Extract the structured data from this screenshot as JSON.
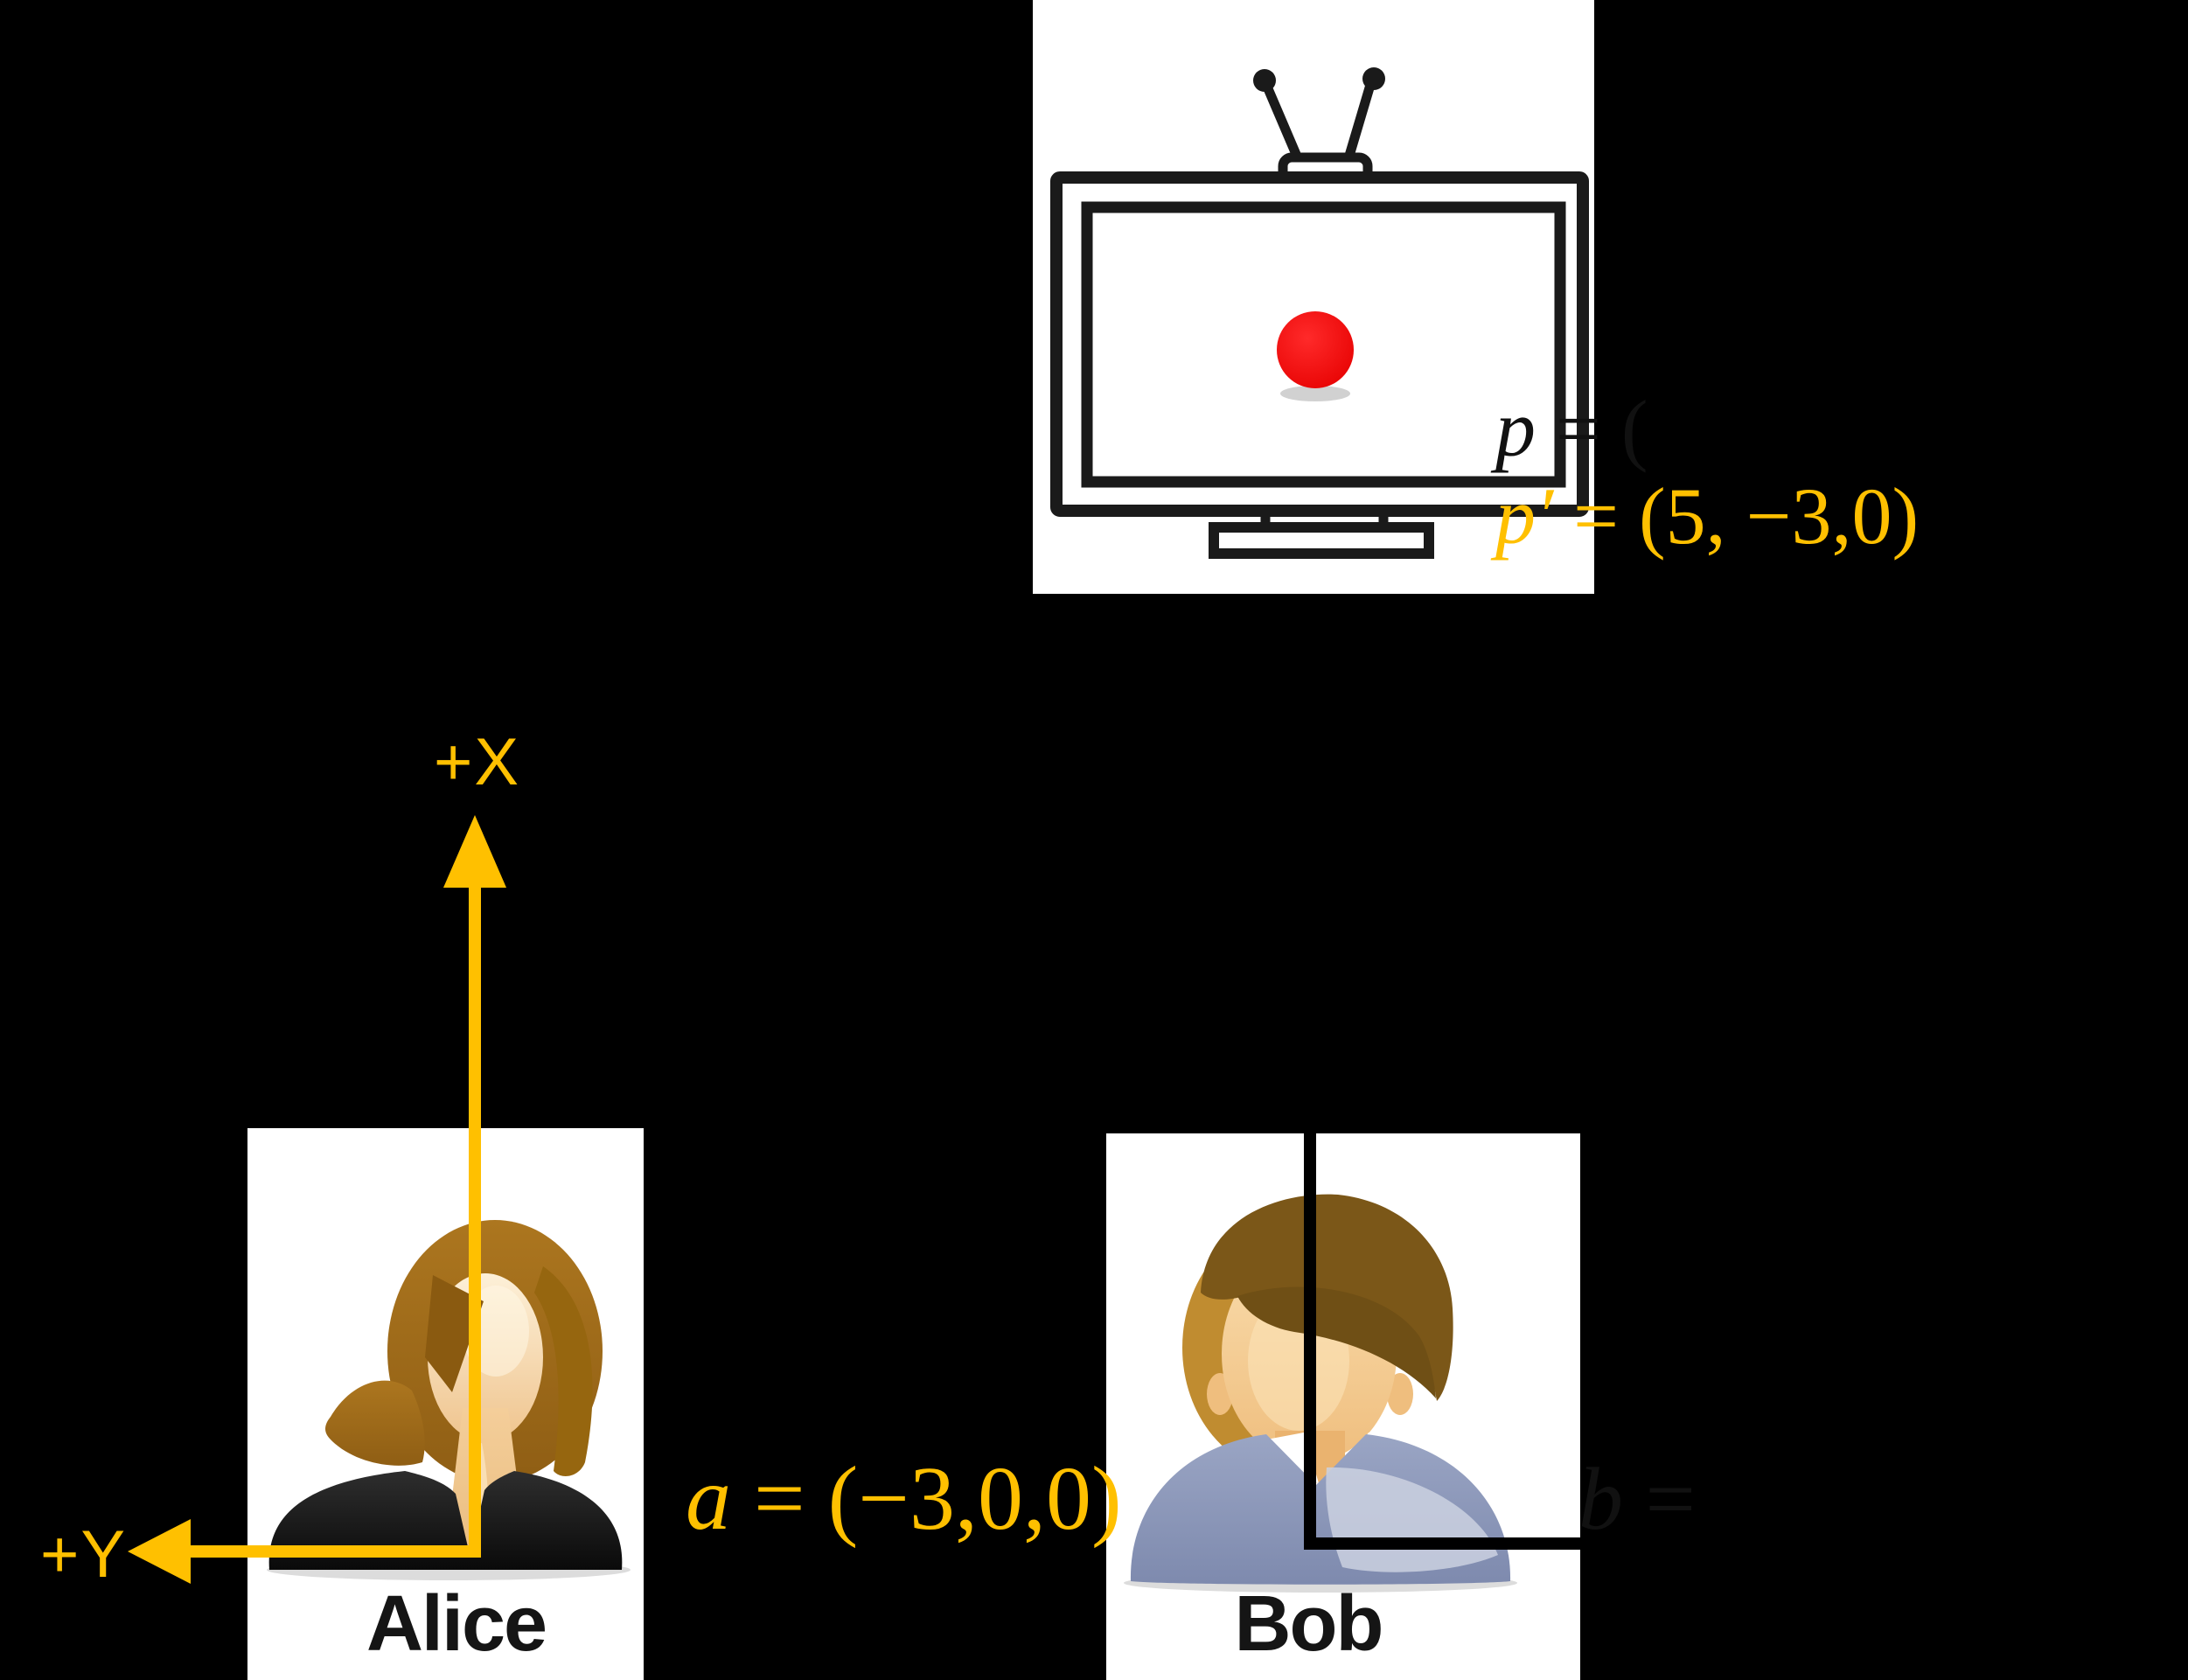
{
  "scene": {
    "background_color": "#000000",
    "accent_orange": "#FFC000",
    "red_dot_color": "#EE0F0F"
  },
  "tv": {
    "p_label": {
      "var": "p",
      "rest": " = ("
    },
    "p_prime_label": {
      "var": "p′",
      "rest": " = (5, −3,0)"
    }
  },
  "axes": {
    "x_axis_label": "+X",
    "y_axis_label": "+Y"
  },
  "alice": {
    "caption": "Alice",
    "a_label": {
      "var": "a",
      "rest": " = (−3,0,0)"
    }
  },
  "bob": {
    "caption": "Bob",
    "b_label": {
      "var": "b",
      "rest": " ="
    }
  }
}
